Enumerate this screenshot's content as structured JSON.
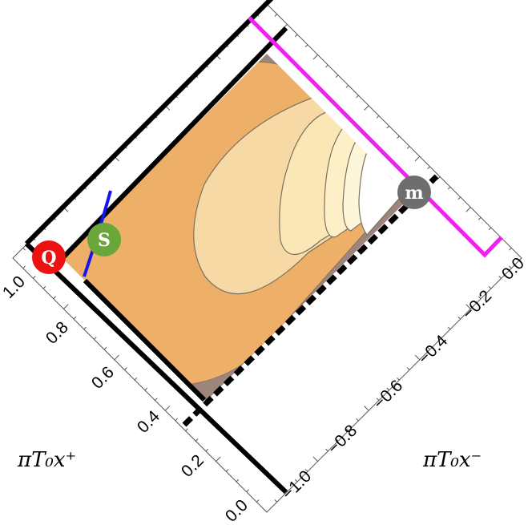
{
  "axes": {
    "x_plus": {
      "label": "πT₀x⁺",
      "ticks": [
        "0.0",
        "0.2",
        "0.4",
        "0.6",
        "0.8",
        "1.0"
      ]
    },
    "x_minus": {
      "label": "πT₀x⁻",
      "ticks": [
        "−1.0",
        "−0.8",
        "−0.6",
        "−0.4",
        "−0.2",
        "0.0"
      ]
    }
  },
  "markers": {
    "Q": {
      "text": "Q",
      "color": "#ee1111"
    },
    "S": {
      "text": "S",
      "color": "#6aa63a"
    },
    "m": {
      "text": "m",
      "color": "#6e6e6e"
    }
  },
  "colors": {
    "orange": "#eeb068",
    "cream1": "#f7d9a6",
    "cream2": "#fbe7b5",
    "cream3": "#fdf0c6",
    "cream4": "#fef6d8",
    "taupe": "#9c857a",
    "magenta": "#ee22ee",
    "blue": "#1515ee"
  }
}
